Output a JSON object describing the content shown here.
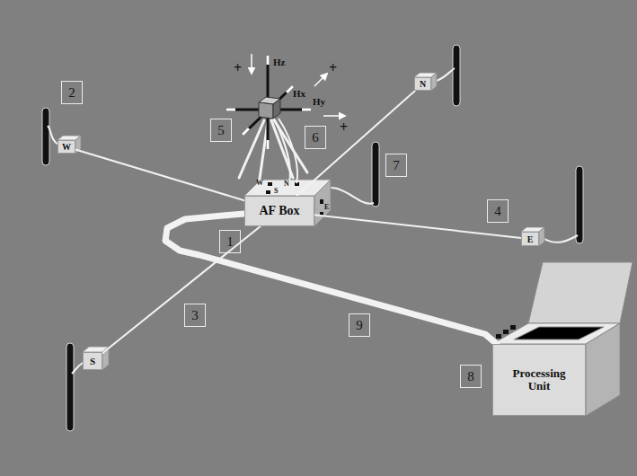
{
  "diagram": {
    "nodes": [
      {
        "text": [
          "W"
        ]
      },
      {
        "text": [
          "N"
        ]
      },
      {
        "text": [
          "AF Box"
        ]
      },
      {
        "text": [
          "E"
        ]
      },
      {
        "text": [
          "S"
        ]
      },
      {
        "text": [
          "Processing Unit"
        ]
      }
    ],
    "edges": [
      {
        "from": 2,
        "to": 0,
        "arrow": "none"
      },
      {
        "from": 2,
        "to": 1,
        "arrow": "none"
      },
      {
        "from": 2,
        "to": 3,
        "arrow": "none"
      },
      {
        "from": 2,
        "to": 4,
        "arrow": "none"
      },
      {
        "from": 2,
        "to": 5,
        "arrow": "none"
      }
    ],
    "labels": [
      "Hz",
      "+",
      "Hx",
      "+",
      "Hy",
      "+",
      "2",
      "5",
      "6",
      "7",
      "W",
      "N",
      "S",
      "E",
      "1",
      "4",
      "3",
      "9",
      "8"
    ]
  }
}
